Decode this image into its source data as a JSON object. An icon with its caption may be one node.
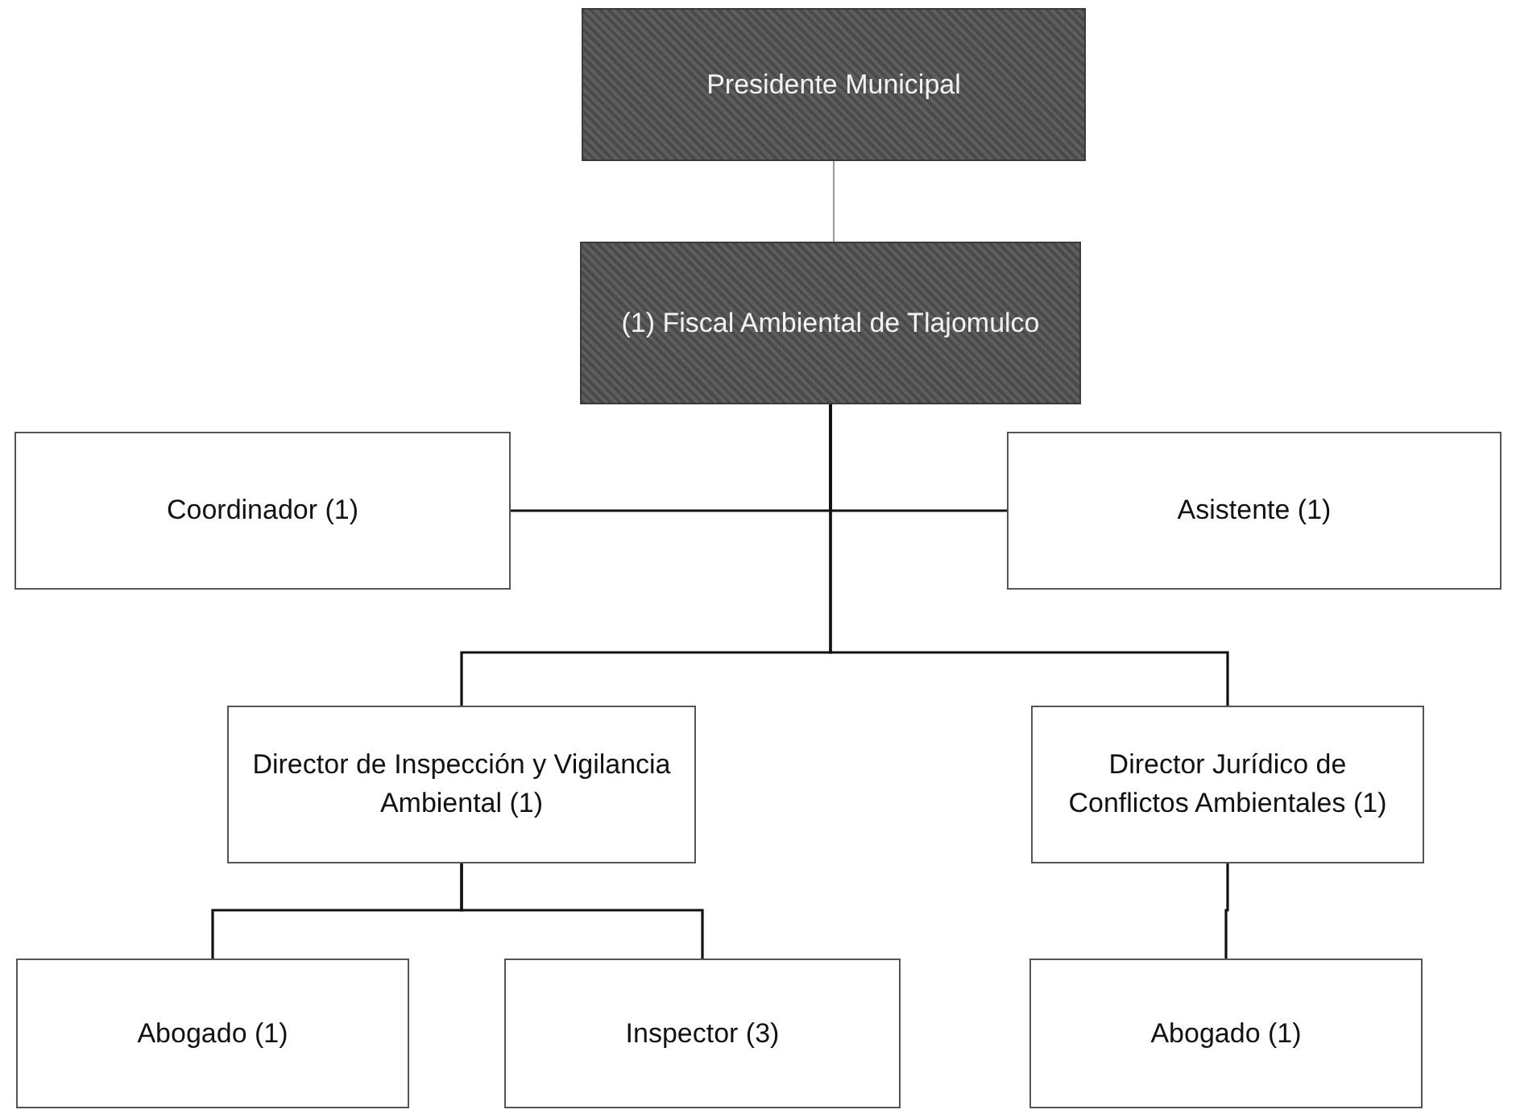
{
  "diagram": {
    "nodes": [
      {
        "text": [
          "Presidente Municipal"
        ]
      },
      {
        "text": [
          "(1) Fiscal Ambiental de Tlajomulco"
        ]
      },
      {
        "text": [
          "Coordinador (1)"
        ]
      },
      {
        "text": [
          "Asistente (1)"
        ]
      },
      {
        "text": [
          "Director de Inspección y Vigilancia Ambiental (1)"
        ]
      },
      {
        "text": [
          "Director Jurídico de Conflictos Ambientales (1)"
        ]
      },
      {
        "text": [
          "Abogado (1)"
        ]
      },
      {
        "text": [
          "Inspector (3)"
        ]
      },
      {
        "text": [
          "Abogado (1)"
        ]
      }
    ],
    "edges": [
      {
        "from": 0,
        "to": 1,
        "arrow": "none",
        "color": "#9a9a9a"
      },
      {
        "from": 1,
        "to": 2,
        "arrow": "none"
      },
      {
        "from": 1,
        "to": 3,
        "arrow": "none"
      },
      {
        "from": 1,
        "to": 4,
        "arrow": "none"
      },
      {
        "from": 1,
        "to": 5,
        "arrow": "none"
      },
      {
        "from": 4,
        "to": 6,
        "arrow": "none"
      },
      {
        "from": 4,
        "to": 7,
        "arrow": "none"
      },
      {
        "from": 5,
        "to": 8,
        "arrow": "none"
      }
    ]
  }
}
